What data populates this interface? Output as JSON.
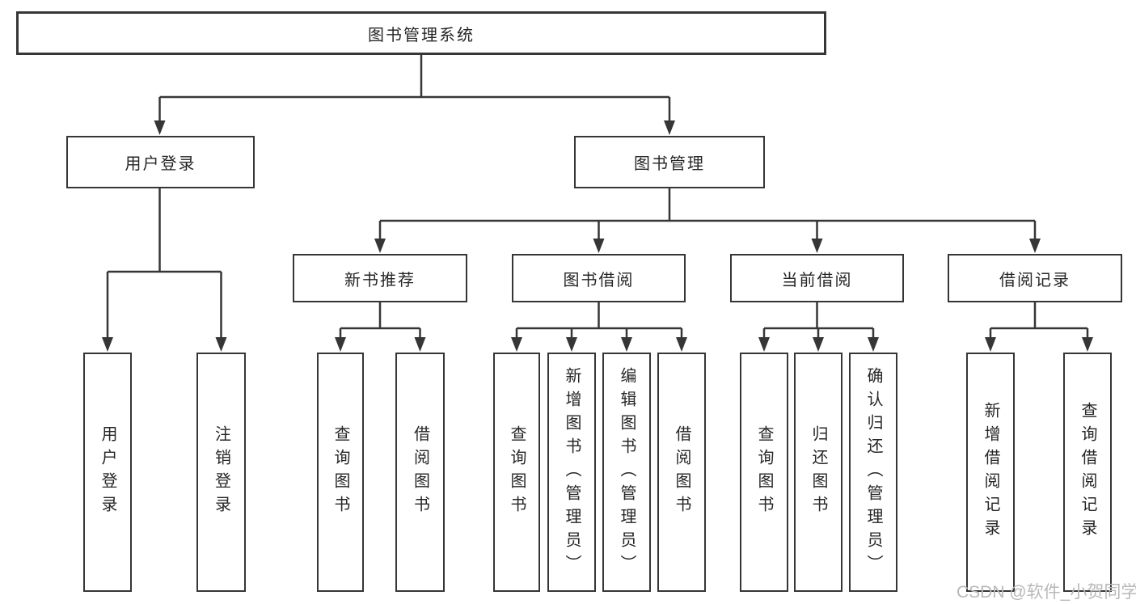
{
  "tree": {
    "root": {
      "label": "图书管理系统",
      "children": [
        {
          "label": "用户登录",
          "children": [
            {
              "label": "用户登录"
            },
            {
              "label": "注销登录"
            }
          ]
        },
        {
          "label": "图书管理",
          "children": [
            {
              "label": "新书推荐",
              "children": [
                {
                  "label": "查询图书"
                },
                {
                  "label": "借阅图书"
                }
              ]
            },
            {
              "label": "图书借阅",
              "children": [
                {
                  "label": "查询图书"
                },
                {
                  "label": "新增图书（管理员）"
                },
                {
                  "label": "编辑图书（管理员）"
                },
                {
                  "label": "借阅图书"
                }
              ]
            },
            {
              "label": "当前借阅",
              "children": [
                {
                  "label": "查询图书"
                },
                {
                  "label": "归还图书"
                },
                {
                  "label": "确认归还（管理员）"
                }
              ]
            },
            {
              "label": "借阅记录",
              "children": [
                {
                  "label": "新增借阅记录"
                },
                {
                  "label": "查询借阅记录"
                }
              ]
            }
          ]
        }
      ]
    }
  },
  "watermark": {
    "text": "CSDN @软件_小贺同学"
  },
  "colors": {
    "line": "#363636",
    "box_border": "#363636",
    "text": "#262626",
    "watermark": "#b8b8b8",
    "background": "#ffffff"
  }
}
